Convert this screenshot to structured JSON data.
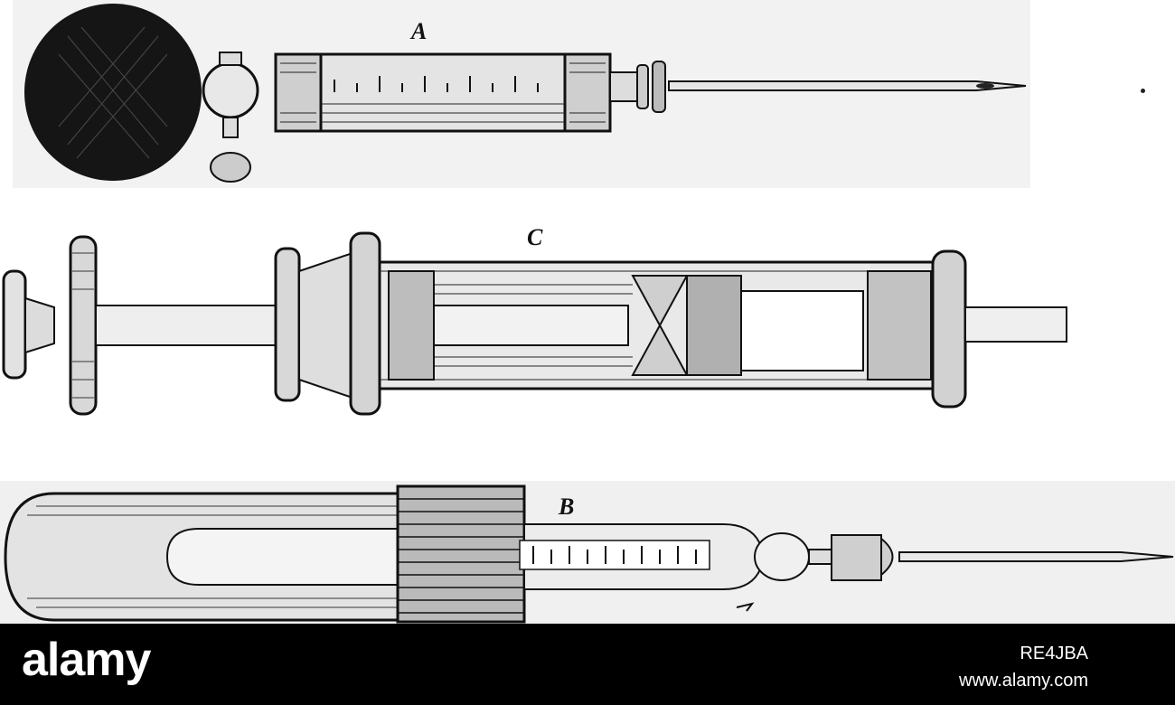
{
  "figure": {
    "labels": {
      "a": "A",
      "c": "C",
      "b": "B"
    },
    "ink_color": "#111111",
    "panel_bg_color": "#f2f2f2"
  },
  "watermark": {
    "brand": "alamy",
    "stock_id": "RE4JBA",
    "url": "www.alamy.com",
    "footer_color": "#000000",
    "text_color": "#ffffff"
  }
}
